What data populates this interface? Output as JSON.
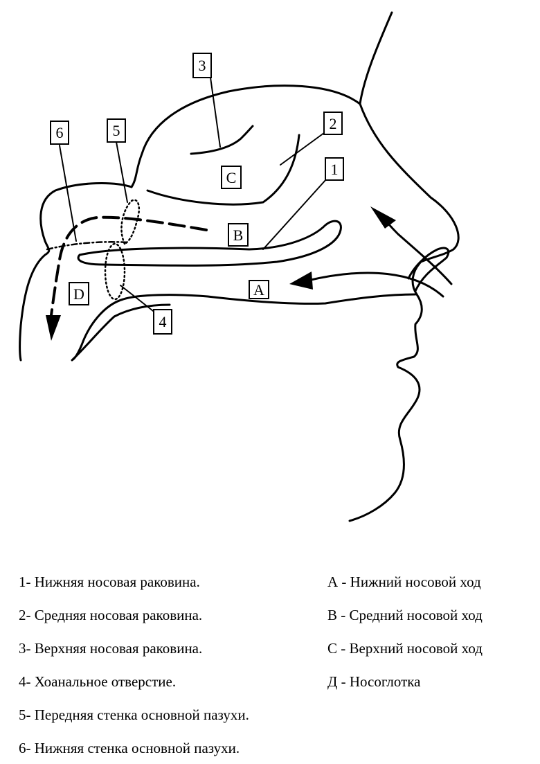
{
  "diagram": {
    "markers": {
      "1": "1",
      "2": "2",
      "3": "3",
      "4": "4",
      "5": "5",
      "6": "6",
      "A": "A",
      "B": "B",
      "C": "C",
      "D": "D"
    }
  },
  "legend": {
    "left": [
      "1- Нижняя носовая раковина.",
      "2- Средняя носовая раковина.",
      "3- Верхняя носовая раковина.",
      "4- Хоанальное отверстие.",
      "5- Передняя стенка основной пазухи.",
      "6- Нижняя стенка основной пазухи."
    ],
    "right": [
      "А - Нижний носовой ход",
      "В -  Средний носовой ход",
      "С -  Верхний носовой ход",
      "Д - Носоглотка"
    ]
  }
}
